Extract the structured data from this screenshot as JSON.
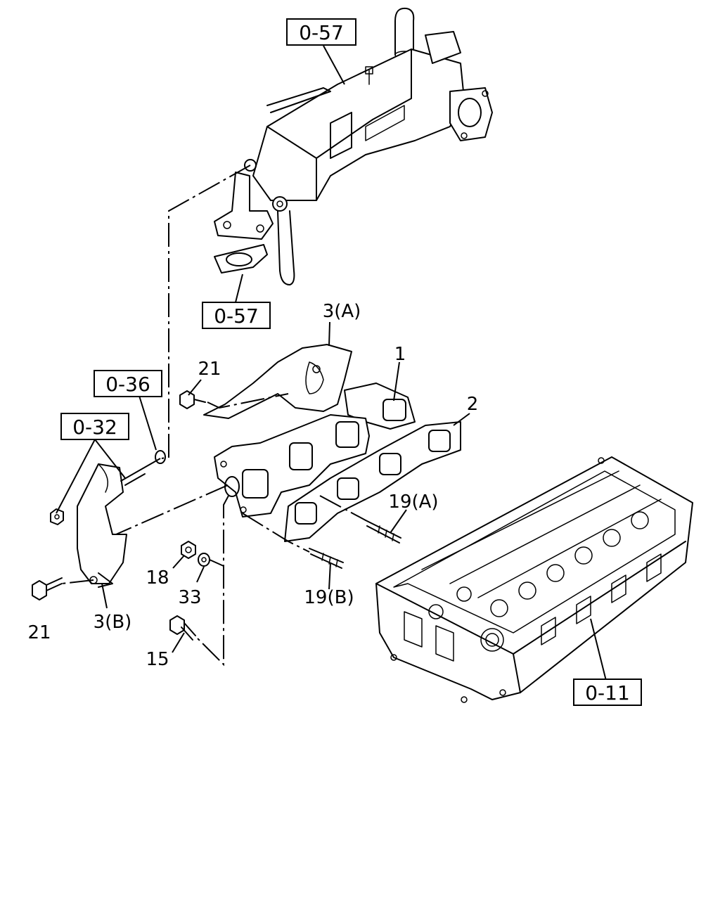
{
  "refs": {
    "egr_cooler_top": "0-57",
    "egr_gasket": "0-57",
    "ref_036": "0-36",
    "ref_032": "0-32",
    "cylinder_head": "0-11"
  },
  "parts": {
    "p1": "1",
    "p2": "2",
    "p3a": "3(A)",
    "p3b": "3(B)",
    "p15": "15",
    "p18": "18",
    "p19a": "19(A)",
    "p19b": "19(B)",
    "p21_top": "21",
    "p21_bottom": "21",
    "p33": "33"
  }
}
